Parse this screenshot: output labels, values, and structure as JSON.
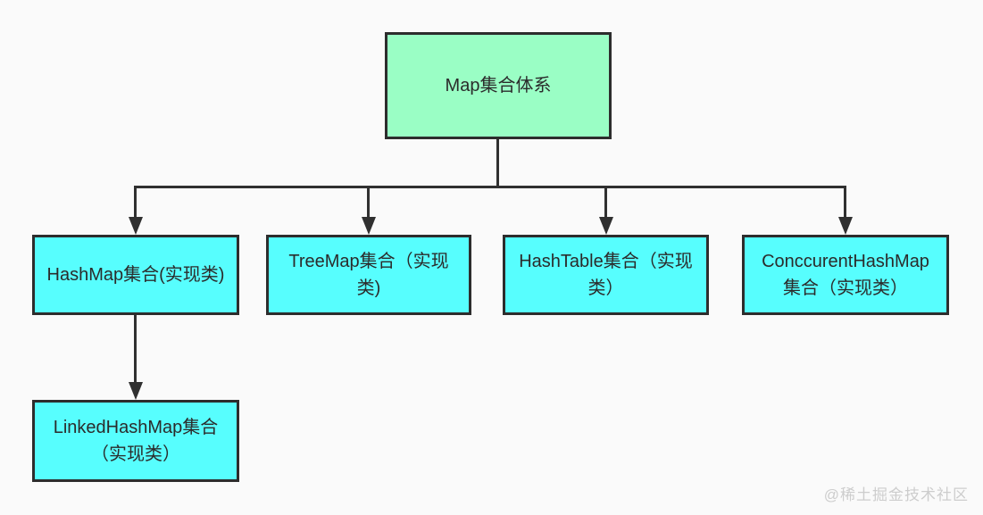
{
  "diagram": {
    "background": "#FAFAFA",
    "border_color": "#2D2D2D",
    "connector_color": "#303030",
    "text_color": "#2B2B2B",
    "root": {
      "label": "Map集合体系",
      "fill": "#9AFEC5"
    },
    "children": [
      {
        "label": "HashMap集合(实现类)",
        "fill": "#57FEFE"
      },
      {
        "label": "TreeMap集合（实现\n类)",
        "fill": "#57FEFE"
      },
      {
        "label": "HashTable集合（实现\n类）",
        "fill": "#57FEFE"
      },
      {
        "label": "ConccurentHashMap\n集合（实现类）",
        "fill": "#57FEFE"
      }
    ],
    "grandchildren": [
      {
        "label": "LinkedHashMap集合\n（实现类）",
        "fill": "#57FEFE"
      }
    ],
    "edges": [
      {
        "from": "Map集合体系",
        "to": "HashMap集合(实现类)"
      },
      {
        "from": "Map集合体系",
        "to": "TreeMap集合（实现类)"
      },
      {
        "from": "Map集合体系",
        "to": "HashTable集合（实现类）"
      },
      {
        "from": "Map集合体系",
        "to": "ConccurentHashMap集合（实现类）"
      },
      {
        "from": "HashMap集合(实现类)",
        "to": "LinkedHashMap集合（实现类）"
      }
    ],
    "watermark": {
      "text": "@稀土掘金技术社区",
      "color": "#CDCDCD"
    }
  }
}
